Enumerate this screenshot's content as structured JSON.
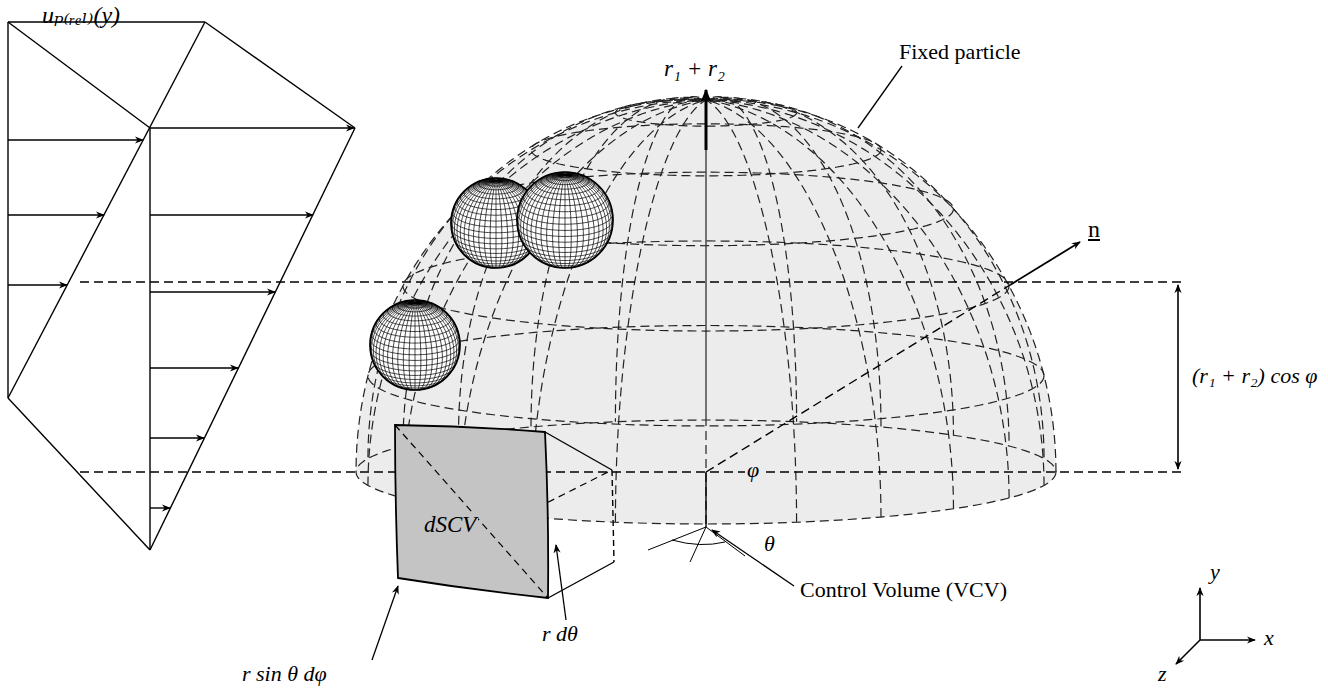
{
  "diagram": {
    "labels": [
      "uₚ₍ᵣₑₗ₎(y)",
      "r₁ + r₂",
      "Fixed particle",
      "n",
      "(r₁ + r₂) cos φ",
      "φ",
      "θ",
      "dSCV",
      "Control Volume (VCV)",
      "r sin θ dφ",
      "r dθ",
      "y",
      "x",
      "z"
    ]
  }
}
